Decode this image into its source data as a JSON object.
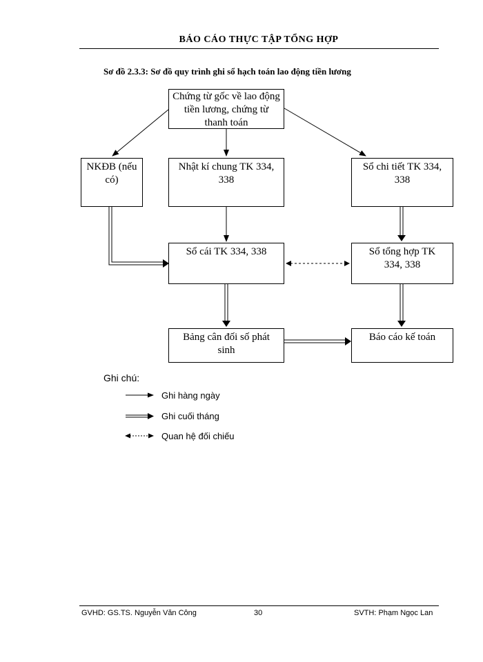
{
  "header": {
    "title": "BÁO CÁO THỰC TẬP TỔNG HỢP"
  },
  "caption": "Sơ đồ 2.3.3: Sơ đồ quy trình ghi sổ hạch toán lao động tiền lương",
  "nodes": {
    "source_docs": "Chứng từ gốc về lao động tiền lương, chứng từ thanh toán",
    "nkdb": "NKĐB (nếu có)",
    "general_journal": "Nhật kí chung TK 334, 338",
    "detail_ledger": "Sổ chi tiết TK 334, 338",
    "ledger": "Sổ cái TK 334, 338",
    "summary": "Sổ tổng hợp TK 334, 338",
    "trial_balance": "Bảng cân đối số phát sinh",
    "report": "Báo cáo kế toán"
  },
  "edges": [
    {
      "from": "source_docs",
      "to": "nkdb",
      "style": "daily"
    },
    {
      "from": "source_docs",
      "to": "general_journal",
      "style": "daily"
    },
    {
      "from": "source_docs",
      "to": "detail_ledger",
      "style": "daily"
    },
    {
      "from": "general_journal",
      "to": "ledger",
      "style": "daily"
    },
    {
      "from": "nkdb",
      "to": "ledger",
      "style": "month_end"
    },
    {
      "from": "detail_ledger",
      "to": "summary",
      "style": "month_end"
    },
    {
      "from": "ledger",
      "to": "summary",
      "style": "reconcile"
    },
    {
      "from": "ledger",
      "to": "trial_balance",
      "style": "month_end"
    },
    {
      "from": "summary",
      "to": "report",
      "style": "month_end"
    },
    {
      "from": "trial_balance",
      "to": "report",
      "style": "month_end"
    }
  ],
  "legend": {
    "title": "Ghi chú:",
    "daily": "Ghi hàng ngày",
    "month_end": "Ghi cuối tháng",
    "reconcile": "Quan hệ đối chiếu"
  },
  "footer": {
    "left": "GVHD:  GS.TS.  Nguyễn Văn Công",
    "page": "30",
    "right": "SVTH:  Phạm Ngọc Lan"
  }
}
